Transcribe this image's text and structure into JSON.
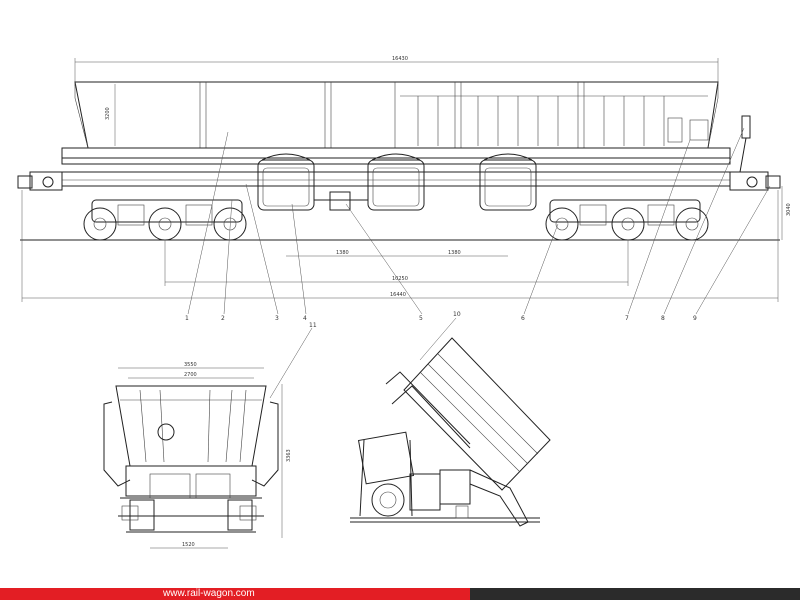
{
  "footer": {
    "url": "www.rail-wagon.com",
    "red_color": "#e31e24",
    "dark_color": "#2b2b2b"
  },
  "drawing": {
    "side_view_dimensions": {
      "overall_top": "16430",
      "body_height": "3200",
      "door_pitch_a": "1380",
      "door_pitch_b": "1380",
      "bogie_centers": "10250",
      "overall_bottom": "16440",
      "height_right": "3040"
    },
    "callouts_side": [
      "1",
      "2",
      "3",
      "4",
      "5",
      "6",
      "7",
      "8",
      "9",
      "10",
      "11"
    ],
    "end_view_dimensions": {
      "width_top": "3550",
      "width_inner": "2700",
      "height": "3363",
      "bottom": "1520"
    }
  }
}
